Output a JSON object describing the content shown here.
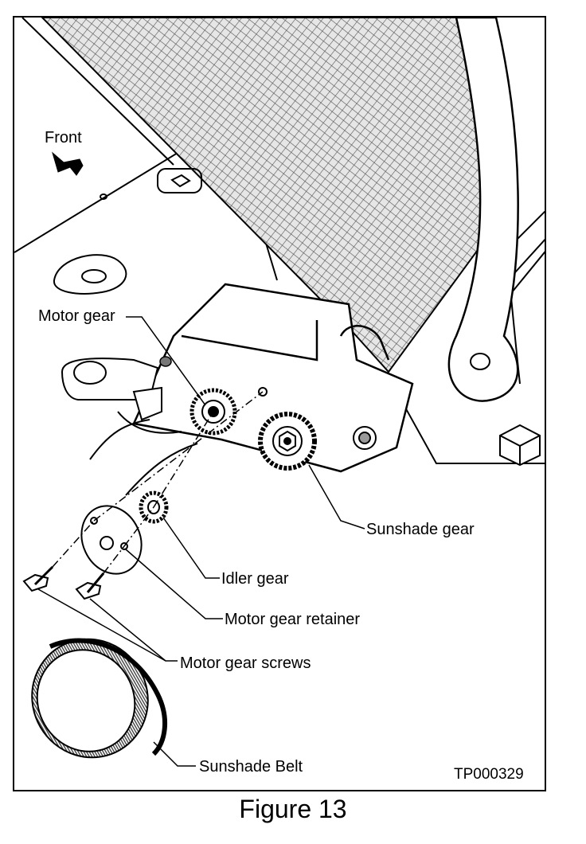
{
  "figure": {
    "caption": "Figure 13",
    "code": "TP000329",
    "direction_label": "Front",
    "labels": {
      "motor_gear": "Motor gear",
      "sunshade_gear": "Sunshade gear",
      "idler_gear": "Idler gear",
      "motor_gear_retainer": "Motor gear retainer",
      "motor_gear_screws": "Motor gear screws",
      "sunshade_belt": "Sunshade Belt"
    }
  }
}
